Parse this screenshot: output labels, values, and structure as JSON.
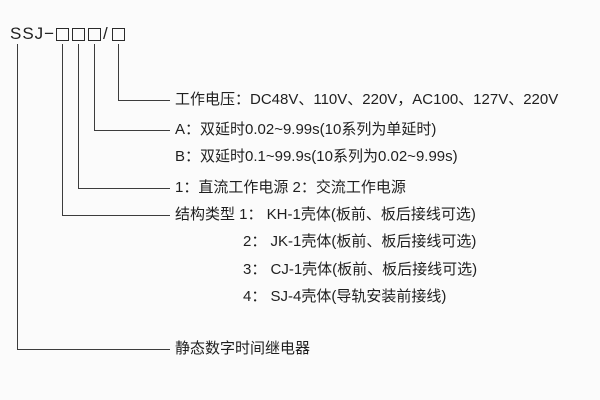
{
  "model": {
    "prefix": "SSJ−",
    "slash": "/"
  },
  "legend": {
    "voltage": "工作电压：DC48V、110V、220V，AC100、127V、220V",
    "delay_a": "A：双延时0.02~9.99s(10系列为单延时)",
    "delay_b": "B：双延时0.1~99.9s(10系列为0.02~9.99s)",
    "power": "1：直流工作电源 2：交流工作电源",
    "structure_1": "结构类型 1： KH-1壳体(板前、板后接线可选)",
    "structure_2": "2： JK-1壳体(板前、板后接线可选)",
    "structure_3": "3： CJ-1壳体(板前、板后接线可选)",
    "structure_4": "4： SJ-4壳体(导轨安装前接线)",
    "product_name": "静态数字时间继电器"
  }
}
